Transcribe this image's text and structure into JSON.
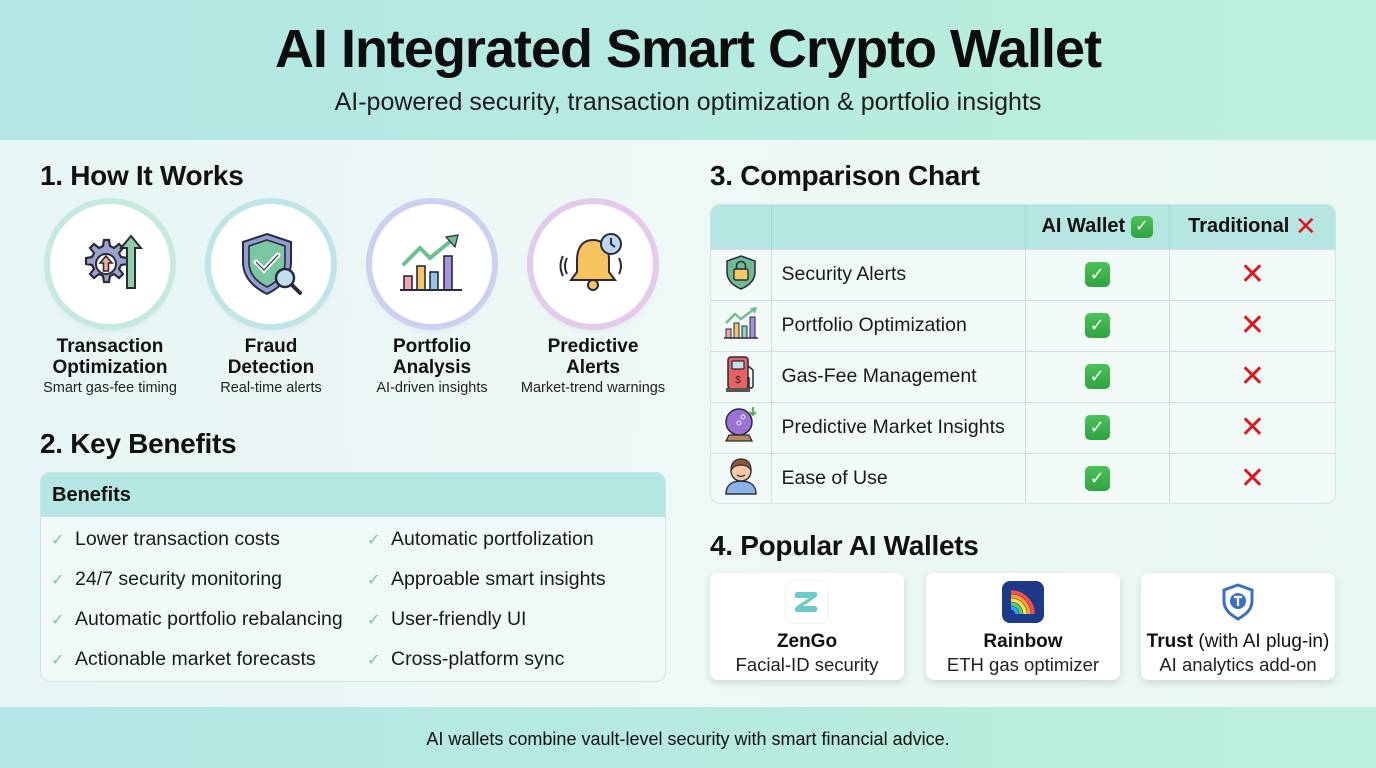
{
  "header": {
    "title": "AI Integrated Smart Crypto Wallet",
    "subtitle": "AI-powered security, transaction optimization & portfolio insights"
  },
  "how_it_works": {
    "title": "1. How It Works",
    "items": [
      {
        "icon": "gear-arrow-up-icon",
        "title_line1": "Transaction",
        "title_line2": "Optimization",
        "desc": "Smart gas-fee timing",
        "ring_color": "#bfe6dc"
      },
      {
        "icon": "shield-check-magnifier-icon",
        "title_line1": "Fraud",
        "title_line2": "Detection",
        "desc": "Real-time alerts",
        "ring_color": "#b9e3e6"
      },
      {
        "icon": "bar-chart-trend-icon",
        "title_line1": "Portfolio",
        "title_line2": "Analysis",
        "desc": "AI-driven insights",
        "ring_color": "#c9cdf0"
      },
      {
        "icon": "bell-clock-icon",
        "title_line1": "Predictive",
        "title_line2": "Alerts",
        "desc": "Market-trend warnings",
        "ring_color": "#e2c8ea"
      }
    ]
  },
  "key_benefits": {
    "title": "2. Key Benefits",
    "table_header": "Benefits",
    "left": [
      "Lower transaction costs",
      "24/7 security monitoring",
      "Automatic portfolio rebalancing",
      "Actionable market forecasts"
    ],
    "right": [
      "Automatic portfolization",
      "Approable smart insights",
      "User-friendly UI",
      "Cross-platform sync"
    ],
    "check_glyph": "✓"
  },
  "comparison": {
    "title": "3. Comparison Chart",
    "columns": [
      "",
      "",
      "AI Wallet",
      "Traditional"
    ],
    "check_glyph": "✓",
    "cross_glyph": "✕",
    "rows": [
      {
        "icon": "shield-lock-icon",
        "feature": "Security Alerts",
        "ai_wallet": true,
        "traditional": false
      },
      {
        "icon": "bar-chart-trend-icon",
        "feature": "Portfolio Optimization",
        "ai_wallet": true,
        "traditional": false
      },
      {
        "icon": "gas-pump-icon",
        "feature": "Gas-Fee Management",
        "ai_wallet": true,
        "traditional": false
      },
      {
        "icon": "crystal-ball-icon",
        "feature": "Predictive Market Insights",
        "ai_wallet": true,
        "traditional": false
      },
      {
        "icon": "user-avatar-icon",
        "feature": "Ease of Use",
        "ai_wallet": true,
        "traditional": false
      }
    ],
    "colors": {
      "header_bg": "#b6e6e2",
      "check_green": "#36ab46",
      "cross_red": "#e0161e"
    }
  },
  "popular_wallets": {
    "title": "4. Popular AI Wallets",
    "cards": [
      {
        "logo": "zengo-z-logo",
        "name": "ZenGo",
        "name_suffix": "",
        "desc": "Facial-ID security"
      },
      {
        "logo": "rainbow-logo",
        "name": "Rainbow",
        "name_suffix": "",
        "desc": "ETH gas optimizer"
      },
      {
        "logo": "trust-shield-logo",
        "name": "Trust",
        "name_suffix": " (with AI plug-in)",
        "desc": "AI analytics add-on"
      }
    ]
  },
  "footer": {
    "text": "AI wallets combine vault-level security with smart financial advice."
  }
}
